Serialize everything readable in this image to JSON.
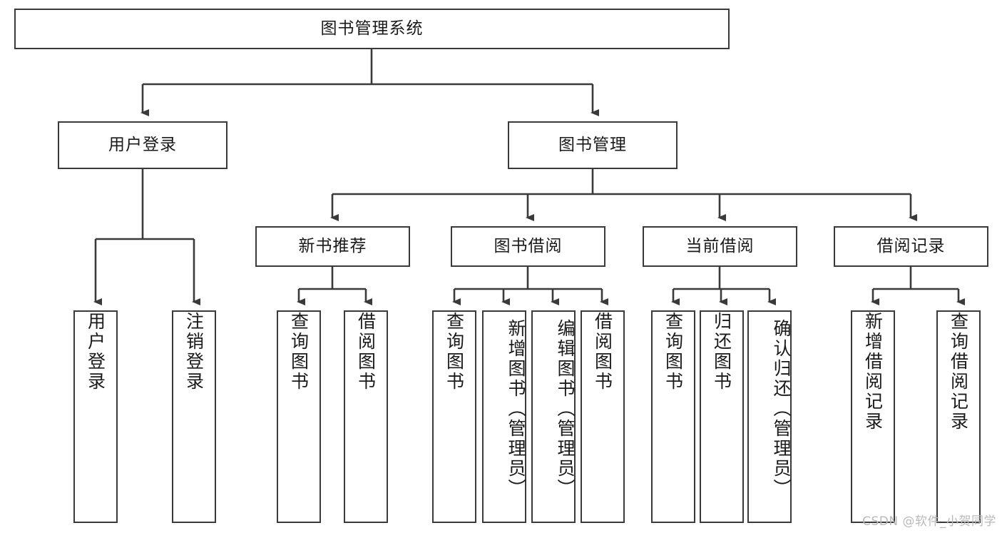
{
  "diagram": {
    "title": "图书管理系统",
    "type": "tree",
    "root": {
      "label": "图书管理系统"
    },
    "level2": [
      {
        "label": "用户登录"
      },
      {
        "label": "图书管理"
      }
    ],
    "level3": [
      {
        "label": "新书推荐"
      },
      {
        "label": "图书借阅"
      },
      {
        "label": "当前借阅"
      },
      {
        "label": "借阅记录"
      }
    ],
    "leaves": {
      "user_login": [
        {
          "label": "用户登录"
        },
        {
          "label": "注销登录"
        }
      ],
      "new_book_recommend": [
        {
          "label": "查询图书"
        },
        {
          "label": "借阅图书"
        }
      ],
      "book_borrow": [
        {
          "label": "查询图书"
        },
        {
          "label": "新增图书（管理员）"
        },
        {
          "label": "编辑图书（管理员）"
        },
        {
          "label": "借阅图书"
        }
      ],
      "current_borrow": [
        {
          "label": "查询图书"
        },
        {
          "label": "归还图书"
        },
        {
          "label": "确认归还（管理员）"
        }
      ],
      "borrow_record": [
        {
          "label": "新增借阅记录"
        },
        {
          "label": "查询借阅记录"
        }
      ]
    }
  },
  "watermark": {
    "text": "CSDN @软件_小贺同学"
  },
  "colors": {
    "border": "#3a3a3a",
    "background": "#ffffff",
    "text": "#1a1a1a",
    "watermark": "#b9b9b9"
  }
}
